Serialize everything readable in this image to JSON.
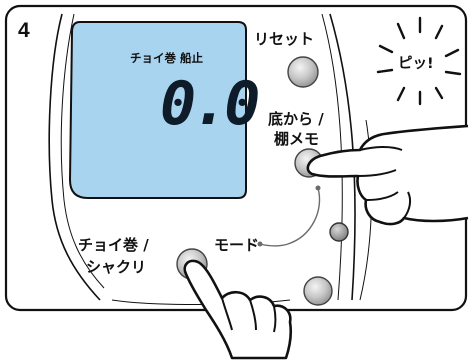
{
  "step_number": "4",
  "display": {
    "title": "チョイ巻 船止",
    "value": "0.0"
  },
  "buttons": {
    "reset_label": "リセット",
    "bottom_memo_label_line1": "底から /",
    "bottom_memo_label_line2": "棚メモ",
    "choi_label_line1": "チョイ巻 /",
    "choi_label_line2": "シャクリ",
    "mode_label": "モード"
  },
  "sound": {
    "label": "ピッ!"
  },
  "colors": {
    "lcd_fill": "#a9d4ef",
    "button_gray": "#b4b4b4",
    "outline": "#111111"
  }
}
